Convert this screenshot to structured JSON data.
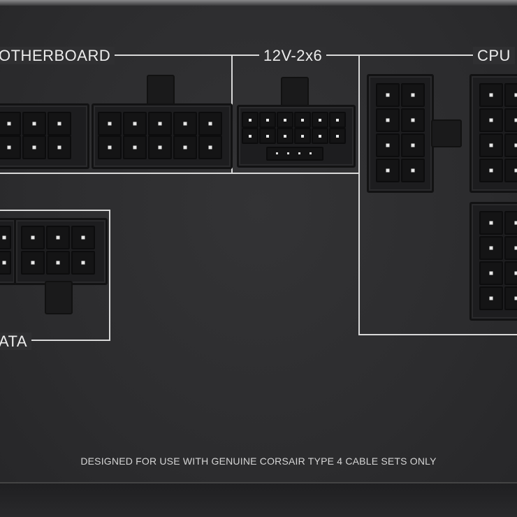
{
  "labels": {
    "motherboard": "OTHERBOARD",
    "twelve_v": "12V-2x6",
    "cpu": "CPU",
    "sata": "ATA"
  },
  "footer": "DESIGNED FOR USE WITH GENUINE CORSAIR TYPE 4 CABLE SETS ONLY",
  "colors": {
    "panel": "#2c2c2e",
    "line": "#d9d9d9",
    "connector": "#1d1d1f",
    "pin_dot": "#e8e8e8"
  }
}
